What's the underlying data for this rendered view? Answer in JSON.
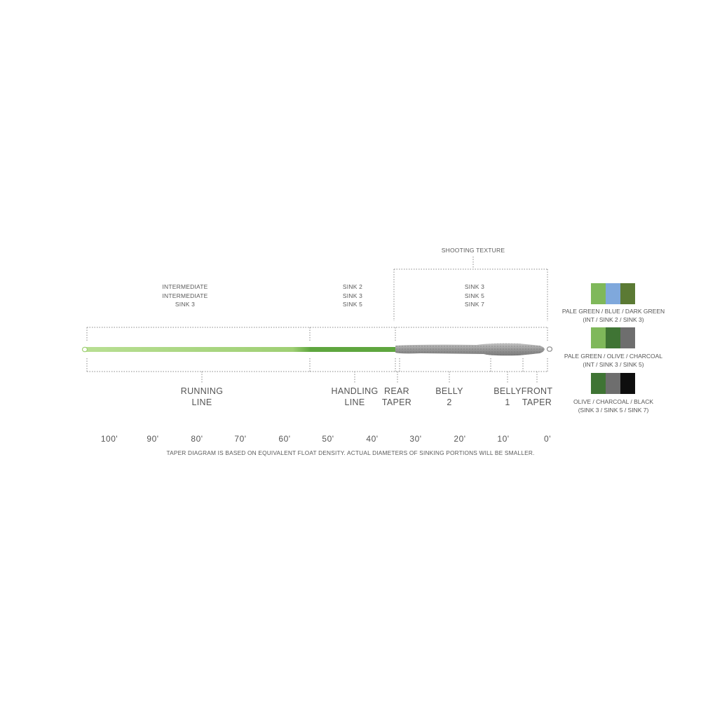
{
  "shooting_texture": "SHOOTING TEXTURE",
  "density_groups": [
    "INTERMEDIATE\nINTERMEDIATE\nSINK 3",
    "SINK 2\nSINK 3\nSINK 5",
    "SINK 3\nSINK 5\nSINK 7"
  ],
  "segments": [
    "RUNNING\nLINE",
    "HANDLING\nLINE",
    "REAR\nTAPER",
    "BELLY\n2",
    "BELLY\n1",
    "FRONT\nTAPER"
  ],
  "ticks": [
    "100'",
    "90'",
    "80'",
    "70'",
    "60'",
    "50'",
    "40'",
    "30'",
    "20'",
    "10'",
    "0'"
  ],
  "footnote": "TAPER DIAGRAM IS BASED ON EQUIVALENT FLOAT DENSITY.  ACTUAL DIAMETERS OF SINKING PORTIONS WILL BE SMALLER.",
  "color_options": [
    {
      "label": "PALE GREEN / BLUE / DARK GREEN",
      "densities": "(INT / SINK 2 / SINK 3)",
      "colors": [
        "#7fb85a",
        "#7fa8dc",
        "#5b7a34"
      ]
    },
    {
      "label": "PALE GREEN / OLIVE / CHARCOAL",
      "densities": "(INT / SINK 3 / SINK 5)",
      "colors": [
        "#7fb85a",
        "#3f7434",
        "#6e6e6e"
      ]
    },
    {
      "label": "OLIVE / CHARCOAL / BLACK",
      "densities": "(SINK 3 / SINK 5 / SINK 7)",
      "colors": [
        "#3f7434",
        "#6e6e6e",
        "#0e0e0e"
      ]
    }
  ],
  "line_colors": {
    "running": "#a5d37c",
    "handling": "#5fa63f",
    "head": "#9a9a9a"
  }
}
